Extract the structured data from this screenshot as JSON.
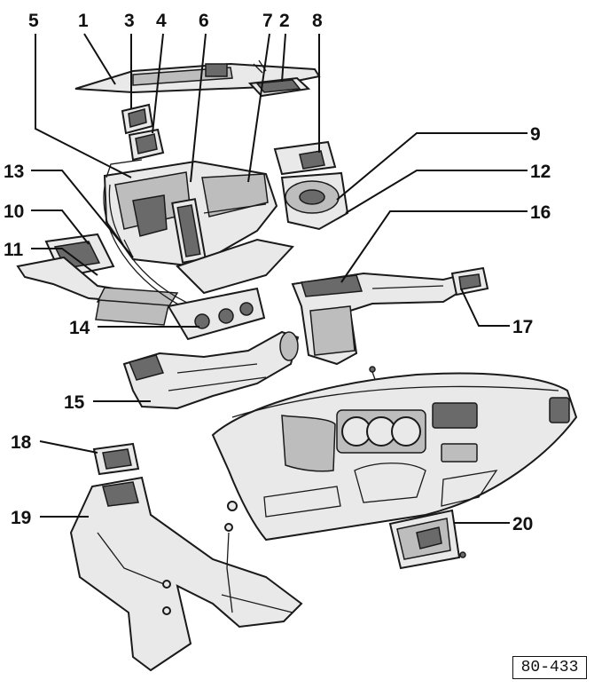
{
  "callouts": [
    {
      "label": "1"
    },
    {
      "label": "2"
    },
    {
      "label": "3"
    },
    {
      "label": "4"
    },
    {
      "label": "5"
    },
    {
      "label": "6"
    },
    {
      "label": "7"
    },
    {
      "label": "8"
    },
    {
      "label": "9"
    },
    {
      "label": "10"
    },
    {
      "label": "11"
    },
    {
      "label": "12"
    },
    {
      "label": "13"
    },
    {
      "label": "14"
    },
    {
      "label": "15"
    },
    {
      "label": "16"
    },
    {
      "label": "17"
    },
    {
      "label": "18"
    },
    {
      "label": "19"
    },
    {
      "label": "20"
    }
  ],
  "reference_code": "80-433"
}
